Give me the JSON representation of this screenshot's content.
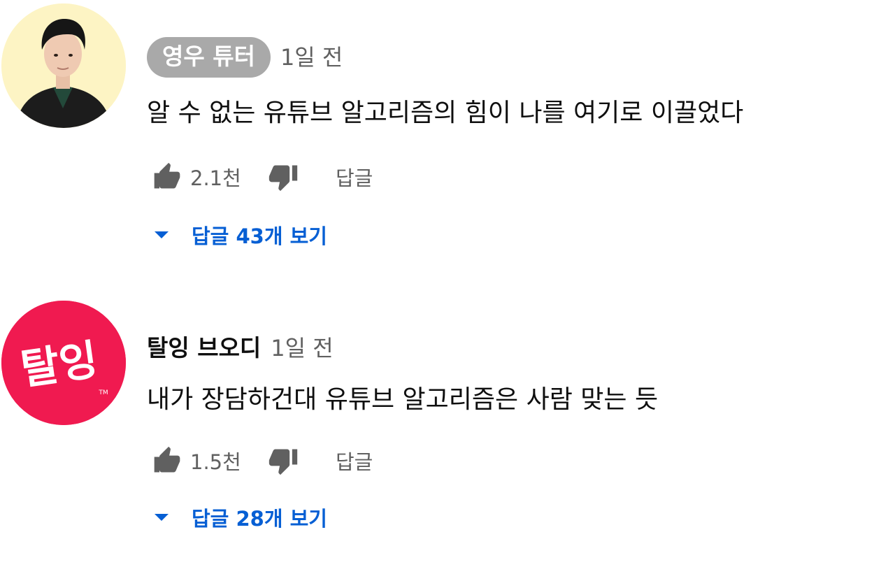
{
  "comments": [
    {
      "author": "영우 튜터",
      "author_highlighted": true,
      "time": "1일 전",
      "text": "알 수 없는 유튜브 알고리즘의 힘이 나를 여기로 이끌었다",
      "likes": "2.1천",
      "reply_label": "답글",
      "view_replies": "답글 43개 보기",
      "avatar_icon": "person-photo-avatar"
    },
    {
      "author": "탈잉 브오디",
      "author_highlighted": false,
      "time": "1일 전",
      "text": "내가 장담하건대 유튜브 알고리즘은 사람 맞는 듯",
      "likes": "1.5천",
      "reply_label": "답글",
      "view_replies": "답글 28개 보기",
      "avatar_logo_text": "탈잉",
      "avatar_logo_mark": "TM"
    }
  ],
  "colors": {
    "link_blue": "#065fd4",
    "muted_text": "#606060",
    "chip_bg": "#a9a9a9",
    "logo_bg": "#f01a50"
  }
}
